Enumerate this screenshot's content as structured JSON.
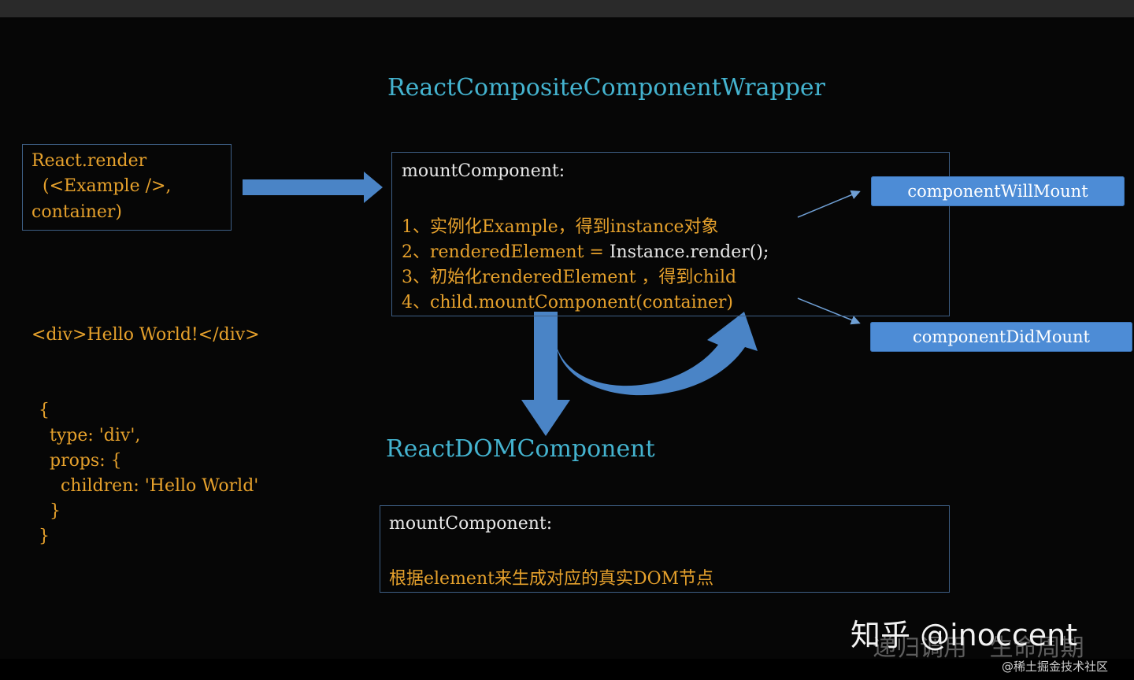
{
  "titles": {
    "composite": "ReactCompositeComponentWrapper",
    "dom": "ReactDOMComponent"
  },
  "render_box": {
    "lines": [
      "React.render",
      "  (<Example />,",
      "container)"
    ]
  },
  "composite_box": {
    "heading": "mountComponent:",
    "steps": [
      {
        "num": "1、",
        "text": "实例化Example，得到instance对象"
      },
      {
        "num": "2、",
        "text": "renderedElement = ",
        "extra": "Instance.render();"
      },
      {
        "num": "3、",
        "text": "初始化renderedElement ，得到child"
      },
      {
        "num": "4、",
        "text": "child.mountComponent(container)"
      }
    ]
  },
  "lifecycle": {
    "will_mount": "componentWillMount",
    "did_mount": "componentDidMount"
  },
  "jsx_snippet": "<div>Hello World!</div>",
  "object_snippet": " {\n   type: 'div',\n   props: {\n     children: 'Hello World'\n   }\n }",
  "dom_box": {
    "heading": "mountComponent:",
    "body": "根据element来生成对应的真实DOM节点"
  },
  "watermark": {
    "main": "知乎 @inoccent",
    "sub": "递归调用   生命周期",
    "small": "@稀土掘金技术社区"
  },
  "colors": {
    "background": "#060606",
    "title": "#44b3cf",
    "code": "#e6a12c",
    "border": "#3e5f85",
    "arrow": "#4a84c6",
    "pill": "#4d8cd6"
  }
}
